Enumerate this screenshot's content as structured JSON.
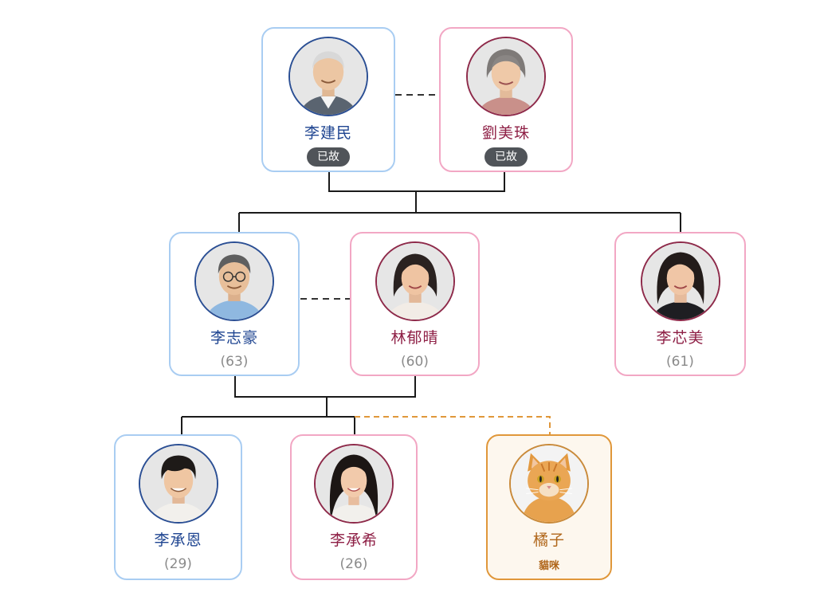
{
  "tree": {
    "grandfather": {
      "name": "李建民",
      "status": "已故",
      "gender": "male"
    },
    "grandmother": {
      "name": "劉美珠",
      "status": "已故",
      "gender": "female"
    },
    "father": {
      "name": "李志豪",
      "age": "(63)",
      "gender": "male"
    },
    "mother": {
      "name": "林郁晴",
      "age": "(60)",
      "gender": "female"
    },
    "aunt": {
      "name": "李芯美",
      "age": "(61)",
      "gender": "female"
    },
    "son": {
      "name": "李承恩",
      "age": "(29)",
      "gender": "male"
    },
    "daughter": {
      "name": "李承希",
      "age": "(26)",
      "gender": "female"
    },
    "cat": {
      "name": "橘子",
      "species": "貓咪"
    }
  },
  "colors": {
    "male_border": "#a9cdf2",
    "female_border": "#f2a7c4",
    "pet_border": "#e0973a",
    "line": "#1a1a1a",
    "pet_link": "#e0973a",
    "badge": "#505459"
  },
  "icons": {
    "grandfather": "elderly-man-avatar-icon",
    "grandmother": "elderly-woman-avatar-icon",
    "father": "man-avatar-icon",
    "mother": "woman-avatar-icon",
    "aunt": "woman-avatar-icon",
    "son": "young-man-avatar-icon",
    "daughter": "young-woman-avatar-icon",
    "cat": "cat-avatar-icon"
  }
}
